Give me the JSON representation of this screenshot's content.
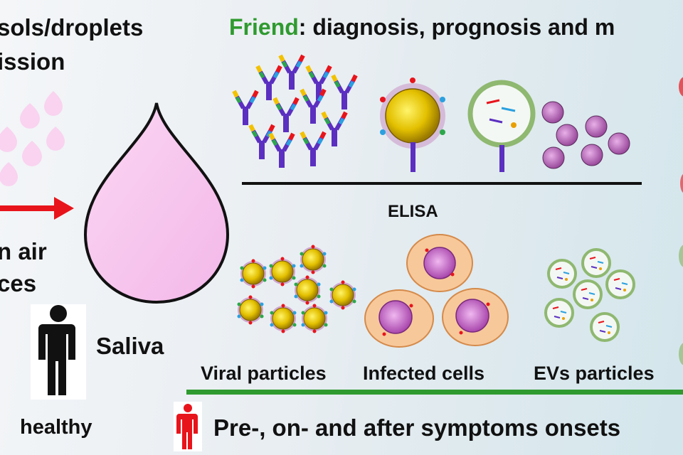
{
  "diagram": {
    "transmission_line1": "sols/droplets",
    "transmission_line2": "ission",
    "air_line1": "n air",
    "air_line2": "ces",
    "friend_word": "Friend",
    "friend_rest": ": diagnosis, prognosis and m",
    "elisa_label": "ELISA",
    "saliva_label": "Saliva",
    "healthy_label": "healthy",
    "viral_label": "Viral particles",
    "infected_label": "Infected cells",
    "evs_label": "EVs particles",
    "symptoms_label": "Pre-, on- and after symptoms onsets",
    "colors": {
      "friend": "#2f9a2f",
      "arrow": "#e8141b",
      "green_rule": "#2f9a2f",
      "droplet": "#f7c6ee",
      "antibody": "#5b2fc0",
      "virus": "#d8b000",
      "cell": "#f7c89a",
      "person_healthy": "#111111",
      "person_sick": "#e8141b"
    },
    "icons": [
      "droplet-icon",
      "person-icon",
      "antibody-icon",
      "virus-icon",
      "cell-icon",
      "ev-icon"
    ]
  }
}
